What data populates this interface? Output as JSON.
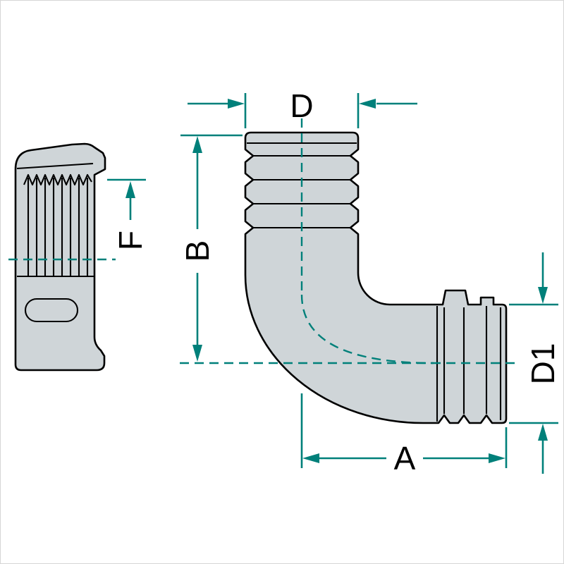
{
  "diagram": {
    "labels": {
      "d": "D",
      "b": "B",
      "f": "F",
      "a": "A",
      "d1": "D1"
    },
    "colors": {
      "dimension": "#00807a",
      "body_fill": "#cfd5d8",
      "outline": "#000000",
      "background": "#ffffff",
      "label_text": "#000000"
    }
  }
}
